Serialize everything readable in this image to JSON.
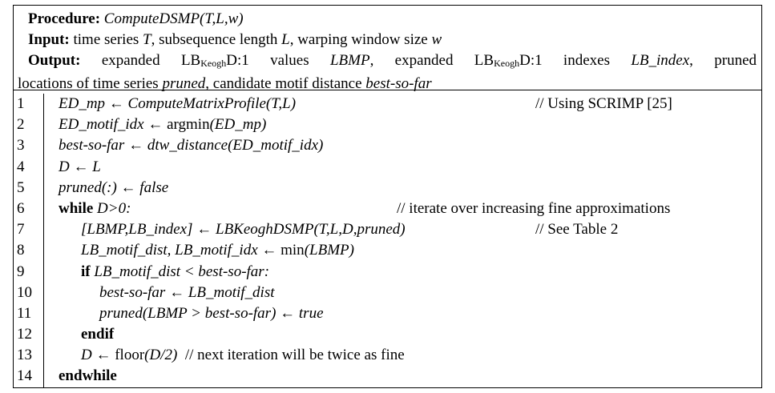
{
  "procedure": {
    "label": "Procedure:",
    "name": "ComputeDSMP(T,L,w)"
  },
  "input": {
    "label": "Input:",
    "t1": "time series ",
    "T": "T",
    "t2": ", subsequence length ",
    "L": "L",
    "t3": ", warping window size ",
    "w": "w"
  },
  "output": {
    "label": "Output:",
    "t1": "expanded LB",
    "sub1": "Keogh",
    "t2": "D:1 values ",
    "lbmp": "LBMP",
    "t3": ", expanded LB",
    "sub2": "Keogh",
    "t4": "D:1 indexes ",
    "lbidx": "LB_index",
    "t5": ", pruned",
    "l2a": "locations of time series ",
    "pruned": "pruned",
    "l2b": ", candidate motif distance ",
    "bsf": "best-so-far"
  },
  "lines": [
    {
      "n": "1",
      "a": "ED_mp ← ComputeMatrixProfile(T,L)",
      "comment": "// Using SCRIMP [25]"
    },
    {
      "n": "2",
      "a": "ED_motif_idx ← ",
      "b": "argmin",
      "c": "(ED_mp)"
    },
    {
      "n": "3",
      "a": "best-so-far ← dtw_distance(ED_motif_idx)"
    },
    {
      "n": "4",
      "a": "D ← L"
    },
    {
      "n": "5",
      "a": "pruned(:) ← false"
    },
    {
      "n": "6",
      "kw": "while ",
      "a": "D>0:",
      "comment": "// iterate over increasing fine approximations"
    },
    {
      "n": "7",
      "a": "[LBMP,LB_index] ← LBKeoghDSMP(T,L,D,pruned)",
      "comment": "// See Table 2"
    },
    {
      "n": "8",
      "a": "LB_motif_dist, LB_motif_idx ← ",
      "b": "min",
      "c": "(LBMP)"
    },
    {
      "n": "9",
      "kw": "if ",
      "a": "LB_motif_dist < best-so-far:"
    },
    {
      "n": "10",
      "a": "best-so-far ← LB_motif_dist"
    },
    {
      "n": "11",
      "a": "pruned(LBMP > best-so-far) ← true"
    },
    {
      "n": "12",
      "kw": "endif"
    },
    {
      "n": "13",
      "a": "D ← ",
      "b": "floor",
      "c": "(D/2)",
      "comment": "  // next iteration will be twice as fine"
    },
    {
      "n": "14",
      "kw": "endwhile"
    }
  ]
}
